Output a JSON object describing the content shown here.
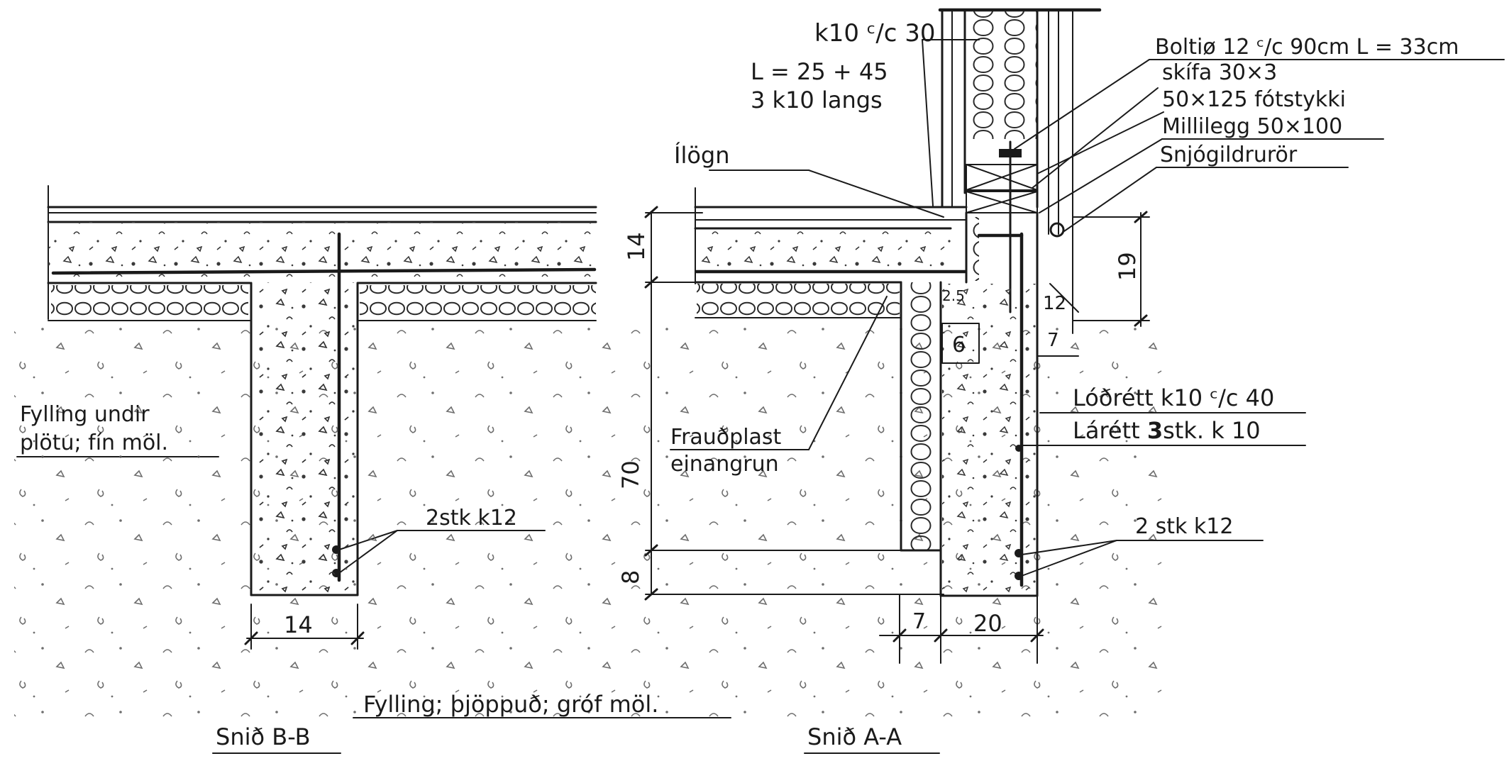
{
  "labels": {
    "rebar_top": "k10 ᶜ/c 30",
    "rebar_length": "L = 25 + 45",
    "rebar_long": "3 k10 langs",
    "ilogn": "Ílögn",
    "bolt": "Boltiø 12 ᶜ/c 90cm  L = 33cm",
    "washer": "skífa 30×3",
    "sole_plate": "50×125 fótstykki",
    "spacer": "Millilegg 50×100",
    "drip_pipe": "Snjógildrurör",
    "vertical_rebar": "Lóðrétt k10 ᶜ/c 40",
    "horizontal_rebar_pre": "Lárétt ",
    "horizontal_rebar_num": "3",
    "horizontal_rebar_post": "stk. k 10",
    "foam_line1": "Frauðplast",
    "foam_line2": "einangrun",
    "fill_under_line1": "Fylling undir",
    "fill_under_line2": "plötu; fín möl.",
    "rebar_b": "2stk  k12",
    "rebar_a": "2 stk  k12",
    "fill_bottom": "Fylling; þjöppuð; gróf möl.",
    "section_b": "Snið B-B",
    "section_a": "Snið A-A"
  },
  "dimensions": {
    "slab_thickness": "14",
    "wall_height": "70",
    "footing_depth": "8",
    "edge_height": "19",
    "offset_25": "2.5",
    "offset_12": "12",
    "offset_6": "6",
    "offset_7_right": "7",
    "insulation_width": "7",
    "wall_width": "20",
    "beam_width_b": "14"
  }
}
